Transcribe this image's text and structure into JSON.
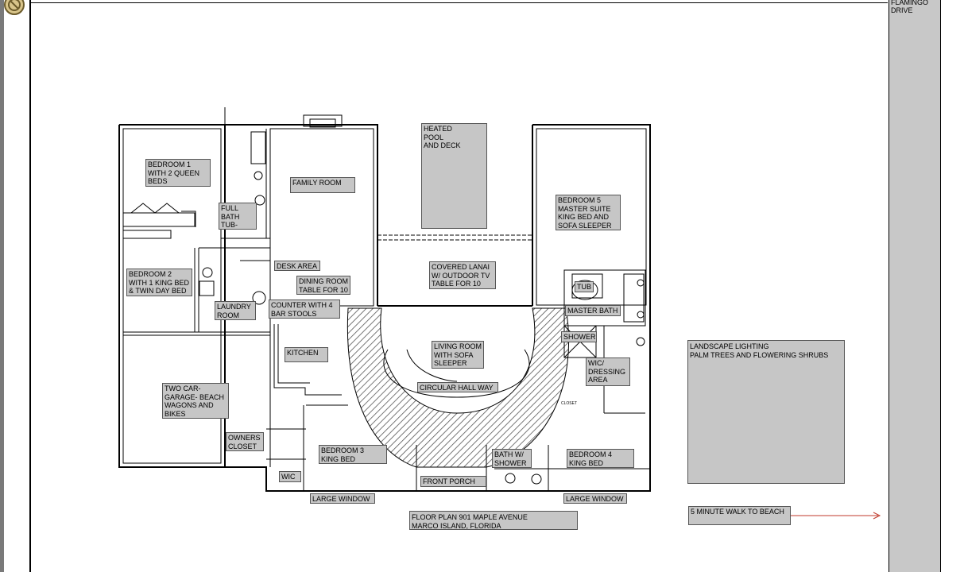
{
  "street": "FLAMINGO\nDRIVE",
  "rooms": {
    "bedroom1": "BEDROOM 1\nWITH 2 QUEEN\nBEDS",
    "full_bath": "FULL\nBATH TUB-\nSHOWER",
    "family_room": "FAMILY ROOM",
    "pool": "HEATED\nPOOL\nAND DECK",
    "bedroom5": "BEDROOM 5\nMASTER SUITE\nKING BED AND\nSOFA SLEEPER",
    "bedroom2": "BEDROOM 2\nWITH 1 KING BED\n& TWIN DAY BED",
    "desk_area": "DESK AREA",
    "dining_room": "DINING ROOM\nTABLE FOR 10",
    "covered_lanai": "COVERED LANAI\nW/ OUTDOOR TV\nTABLE FOR 10",
    "tub": "TUB",
    "laundry": "LAUNDRY\nROOM",
    "counter": "COUNTER WITH 4\nBAR STOOLS",
    "master_bath": "MASTER BATH",
    "kitchen": "KITCHEN",
    "living_room": "LIVING ROOM\nWITH SOFA\nSLEEPER",
    "shower": "SHOWER",
    "wic_dressing": "WIC/\nDRESSING\nAREA",
    "garage": "TWO CAR-\nGARAGE- BEACH\nWAGONS AND\nBIKES",
    "circular_hall": "CIRCULAR HALL WAY",
    "owners_closet": "OWNERS\nCLOSET",
    "bedroom3": "BEDROOM 3\nKING BED",
    "bath_shower": "BATH W/\nSHOWER",
    "bedroom4": "BEDROOM 4\nKING BED",
    "wic": "WIC",
    "front_porch": "FRONT PORCH",
    "large_window_left": "LARGE WINDOW",
    "large_window_right": "LARGE WINDOW",
    "closet_small": "CLOSET"
  },
  "title": "FLOOR PLAN 901 MAPLE AVENUE\nMARCO ISLAND, FLORIDA",
  "landscape": "LANDSCAPE LIGHTING\nPALM TREES AND FLOWERING SHRUBS",
  "beach_walk": "5 MINUTE WALK TO BEACH",
  "colors": {
    "label_fill": "#c6c6c6",
    "arrow": "#c0392b",
    "hatch": "#444444"
  }
}
